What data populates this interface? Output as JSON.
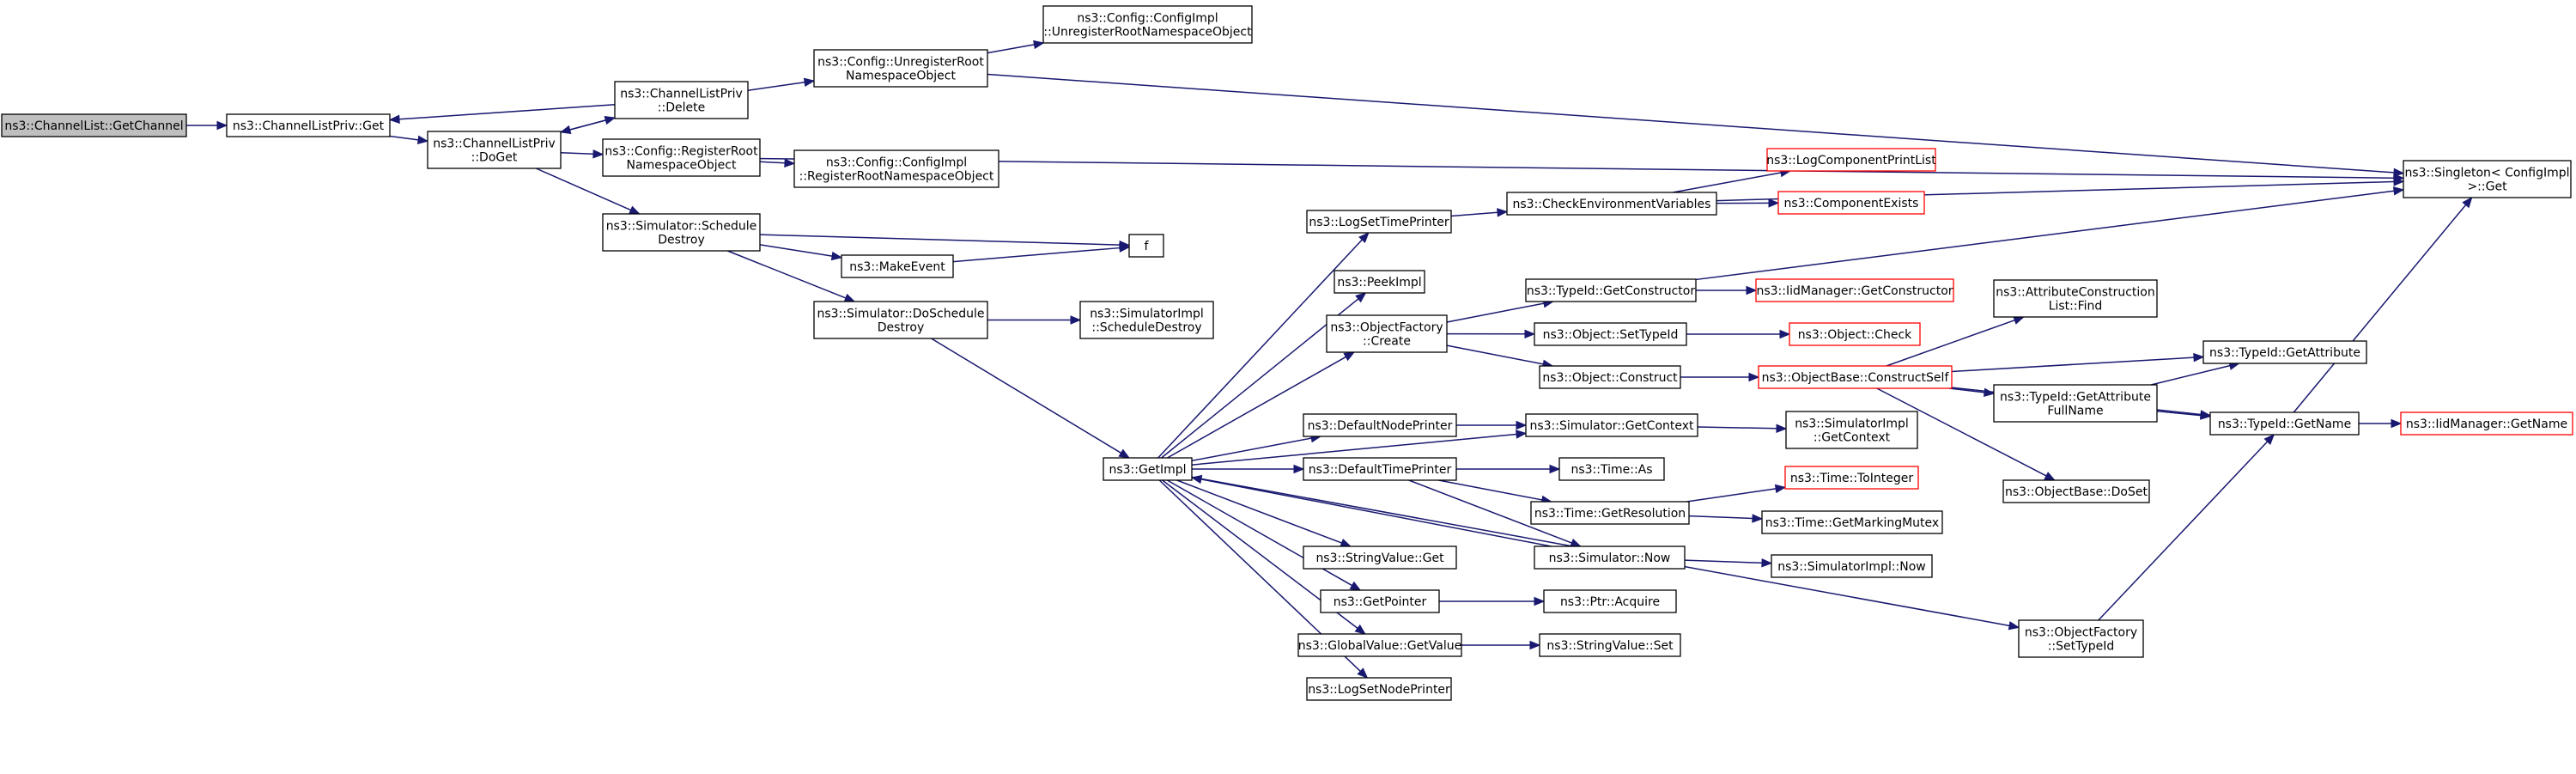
{
  "diagram": {
    "nodes": {
      "getchannel": {
        "lines": [
          "ns3::ChannelList::GetChannel"
        ],
        "style": "root"
      },
      "plistget": {
        "lines": [
          "ns3::ChannelListPriv::Get"
        ]
      },
      "plistdoget": {
        "lines": [
          "ns3::ChannelListPriv",
          "::DoGet"
        ]
      },
      "plistdelete": {
        "lines": [
          "ns3::ChannelListPriv",
          "::Delete"
        ]
      },
      "unregroot": {
        "lines": [
          "ns3::Config::UnregisterRoot",
          "NamespaceObject"
        ]
      },
      "implunreg": {
        "lines": [
          "ns3::Config::ConfigImpl",
          "::UnregisterRootNamespaceObject"
        ]
      },
      "regroot": {
        "lines": [
          "ns3::Config::RegisterRoot",
          "NamespaceObject"
        ]
      },
      "implreg": {
        "lines": [
          "ns3::Config::ConfigImpl",
          "::RegisterRootNamespaceObject"
        ]
      },
      "schedule": {
        "lines": [
          "ns3::Simulator::Schedule",
          "Destroy"
        ]
      },
      "f": {
        "lines": [
          "f"
        ]
      },
      "makeevent": {
        "lines": [
          "ns3::MakeEvent"
        ]
      },
      "doschedule": {
        "lines": [
          "ns3::Simulator::DoSchedule",
          "Destroy"
        ]
      },
      "simimplsched": {
        "lines": [
          "ns3::SimulatorImpl",
          "::ScheduleDestroy"
        ]
      },
      "getimpl": {
        "lines": [
          "ns3::GetImpl"
        ]
      },
      "logsettime": {
        "lines": [
          "ns3::LogSetTimePrinter"
        ]
      },
      "checkenv": {
        "lines": [
          "ns3::CheckEnvironmentVariables"
        ]
      },
      "logcomp": {
        "lines": [
          "ns3::LogComponentPrintList"
        ],
        "style": "trunc"
      },
      "compexists": {
        "lines": [
          "ns3::ComponentExists"
        ],
        "style": "trunc"
      },
      "singleton": {
        "lines": [
          "ns3::Singleton< ConfigImpl",
          " >::Get"
        ]
      },
      "peekimpl": {
        "lines": [
          "ns3::PeekImpl"
        ]
      },
      "objfactcreate": {
        "lines": [
          "ns3::ObjectFactory",
          "::Create"
        ]
      },
      "typeidgetctor": {
        "lines": [
          "ns3::TypeId::GetConstructor"
        ]
      },
      "iidgetctor": {
        "lines": [
          "ns3::IidManager::GetConstructor"
        ],
        "style": "trunc"
      },
      "objsettypeid": {
        "lines": [
          "ns3::Object::SetTypeId"
        ]
      },
      "objcheck": {
        "lines": [
          "ns3::Object::Check"
        ],
        "style": "trunc"
      },
      "objconstruct": {
        "lines": [
          "ns3::Object::Construct"
        ]
      },
      "constructself": {
        "lines": [
          "ns3::ObjectBase::ConstructSelf"
        ],
        "style": "trunc"
      },
      "attrfind": {
        "lines": [
          "ns3::AttributeConstruction",
          "List::Find"
        ]
      },
      "typeidgetattr": {
        "lines": [
          "ns3::TypeId::GetAttribute"
        ]
      },
      "typeidgetfull": {
        "lines": [
          "ns3::TypeId::GetAttribute",
          "FullName"
        ]
      },
      "typeidgetname": {
        "lines": [
          "ns3::TypeId::GetName"
        ]
      },
      "iidgetname": {
        "lines": [
          "ns3::IidManager::GetName"
        ],
        "style": "trunc"
      },
      "objbasedoset": {
        "lines": [
          "ns3::ObjectBase::DoSet"
        ]
      },
      "defnodeprinter": {
        "lines": [
          "ns3::DefaultNodePrinter"
        ]
      },
      "simgetcontext": {
        "lines": [
          "ns3::Simulator::GetContext"
        ]
      },
      "simimplgetctx": {
        "lines": [
          "ns3::SimulatorImpl",
          "::GetContext"
        ]
      },
      "deftimeprinter": {
        "lines": [
          "ns3::DefaultTimePrinter"
        ]
      },
      "timeas": {
        "lines": [
          "ns3::Time::As"
        ]
      },
      "timegetres": {
        "lines": [
          "ns3::Time::GetResolution"
        ]
      },
      "timetoint": {
        "lines": [
          "ns3::Time::ToInteger"
        ],
        "style": "trunc"
      },
      "timemutex": {
        "lines": [
          "ns3::Time::GetMarkingMutex"
        ]
      },
      "stringvalget": {
        "lines": [
          "ns3::StringValue::Get"
        ]
      },
      "simnow": {
        "lines": [
          "ns3::Simulator::Now"
        ]
      },
      "simimplnow": {
        "lines": [
          "ns3::SimulatorImpl::Now"
        ]
      },
      "getpointer": {
        "lines": [
          "ns3::GetPointer"
        ]
      },
      "ptracquire": {
        "lines": [
          "ns3::Ptr::Acquire"
        ]
      },
      "globalgetval": {
        "lines": [
          "ns3::GlobalValue::GetValue"
        ]
      },
      "stringvalset": {
        "lines": [
          "ns3::StringValue::Set"
        ]
      },
      "logsetnode": {
        "lines": [
          "ns3::LogSetNodePrinter"
        ]
      },
      "objfactsettype": {
        "lines": [
          "ns3::ObjectFactory",
          "::SetTypeId"
        ]
      }
    },
    "edges": [
      [
        "getchannel",
        "plistget"
      ],
      [
        "plistget",
        "plistdoget"
      ],
      [
        "plistdoget",
        "plistdelete"
      ],
      [
        "plistdoget",
        "regroot"
      ],
      [
        "plistdoget",
        "schedule"
      ],
      [
        "plistdelete",
        "plistget"
      ],
      [
        "plistdelete",
        "plistdoget"
      ],
      [
        "plistdelete",
        "unregroot"
      ],
      [
        "unregroot",
        "implunreg"
      ],
      [
        "unregroot",
        "singleton"
      ],
      [
        "regroot",
        "implreg"
      ],
      [
        "regroot",
        "singleton"
      ],
      [
        "schedule",
        "f"
      ],
      [
        "schedule",
        "makeevent"
      ],
      [
        "schedule",
        "doschedule"
      ],
      [
        "makeevent",
        "f"
      ],
      [
        "doschedule",
        "simimplsched"
      ],
      [
        "doschedule",
        "getimpl"
      ],
      [
        "getimpl",
        "logsettime"
      ],
      [
        "getimpl",
        "peekimpl"
      ],
      [
        "getimpl",
        "objfactcreate"
      ],
      [
        "getimpl",
        "simgetcontext"
      ],
      [
        "getimpl",
        "defnodeprinter"
      ],
      [
        "getimpl",
        "deftimeprinter"
      ],
      [
        "getimpl",
        "stringvalget"
      ],
      [
        "getimpl",
        "getpointer"
      ],
      [
        "getimpl",
        "globalgetval"
      ],
      [
        "getimpl",
        "logsetnode"
      ],
      [
        "getimpl",
        "objfactsettype"
      ],
      [
        "logsettime",
        "checkenv"
      ],
      [
        "checkenv",
        "logcomp"
      ],
      [
        "checkenv",
        "compexists"
      ],
      [
        "checkenv",
        "singleton"
      ],
      [
        "objfactcreate",
        "typeidgetctor"
      ],
      [
        "objfactcreate",
        "objsettypeid"
      ],
      [
        "objfactcreate",
        "objconstruct"
      ],
      [
        "typeidgetctor",
        "iidgetctor"
      ],
      [
        "typeidgetctor",
        "singleton"
      ],
      [
        "objsettypeid",
        "objcheck"
      ],
      [
        "objconstruct",
        "constructself"
      ],
      [
        "constructself",
        "attrfind"
      ],
      [
        "constructself",
        "typeidgetattr"
      ],
      [
        "constructself",
        "typeidgetfull"
      ],
      [
        "constructself",
        "typeidgetname"
      ],
      [
        "constructself",
        "objbasedoset"
      ],
      [
        "typeidgetfull",
        "typeidgetattr"
      ],
      [
        "typeidgetfull",
        "typeidgetname"
      ],
      [
        "typeidgetname",
        "iidgetname"
      ],
      [
        "typeidgetname",
        "singleton"
      ],
      [
        "defnodeprinter",
        "simgetcontext"
      ],
      [
        "simgetcontext",
        "simimplgetctx"
      ],
      [
        "deftimeprinter",
        "timeas"
      ],
      [
        "deftimeprinter",
        "timegetres"
      ],
      [
        "deftimeprinter",
        "simnow"
      ],
      [
        "timegetres",
        "timetoint"
      ],
      [
        "timegetres",
        "timemutex"
      ],
      [
        "simnow",
        "getimpl"
      ],
      [
        "simnow",
        "simimplnow"
      ],
      [
        "getpointer",
        "ptracquire"
      ],
      [
        "globalgetval",
        "stringvalset"
      ],
      [
        "objfactsettype",
        "typeidgetname"
      ]
    ]
  }
}
